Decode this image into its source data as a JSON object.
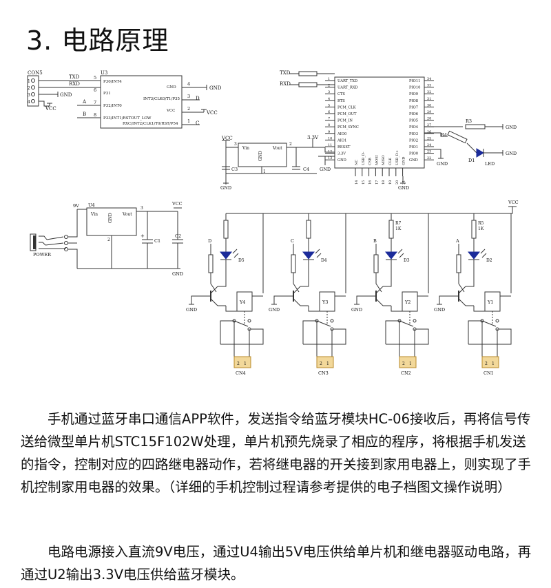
{
  "heading": {
    "number": "3.",
    "title": "电路原理"
  },
  "schematic": {
    "bt_module": {
      "pins_left": [
        {
          "n": "1",
          "name": "UART_TXD"
        },
        {
          "n": "2",
          "name": "UART_RXD"
        },
        {
          "n": "3",
          "name": "CTS"
        },
        {
          "n": "4",
          "name": "RTS"
        },
        {
          "n": "5",
          "name": "PCM_CLK"
        },
        {
          "n": "6",
          "name": "PCM_OUT"
        },
        {
          "n": "7",
          "name": "PCM_IN"
        },
        {
          "n": "8",
          "name": "PCM_SYNC"
        },
        {
          "n": "9",
          "name": "AIO0"
        },
        {
          "n": "10",
          "name": "AIO1"
        },
        {
          "n": "11",
          "name": "RESET"
        },
        {
          "n": "12",
          "name": "3.3V"
        },
        {
          "n": "13",
          "name": "GND"
        }
      ],
      "pins_right": [
        {
          "n": "34",
          "name": "PIO11"
        },
        {
          "n": "33",
          "name": "PIO10"
        },
        {
          "n": "32",
          "name": "PIO9"
        },
        {
          "n": "31",
          "name": "PIO8"
        },
        {
          "n": "30",
          "name": "PIO7"
        },
        {
          "n": "29",
          "name": "PIO6"
        },
        {
          "n": "28",
          "name": "PIO5"
        },
        {
          "n": "27",
          "name": "PIO4"
        },
        {
          "n": "26",
          "name": "PIO3"
        },
        {
          "n": "25",
          "name": "PIO2"
        },
        {
          "n": "24",
          "name": "PIO1"
        },
        {
          "n": "23",
          "name": "PIO0"
        },
        {
          "n": "22",
          "name": "GND"
        }
      ],
      "pins_bottom": [
        {
          "n": "14",
          "name": "NC"
        },
        {
          "n": "15",
          "name": "USB_D-"
        },
        {
          "n": "16",
          "name": "CSB"
        },
        {
          "n": "17",
          "name": "MOSI"
        },
        {
          "n": "18",
          "name": "MISO"
        },
        {
          "n": "19",
          "name": "CLK"
        },
        {
          "n": "20",
          "name": "USB_D+"
        },
        {
          "n": "21",
          "name": "GND"
        }
      ]
    },
    "labels": {
      "con5": "CON5",
      "u3": "U3",
      "u4": "U4",
      "txd": "TXD",
      "rxd": "RXD",
      "gnd": "GND",
      "vcc": "VCC",
      "a": "A",
      "b": "B",
      "c": "C",
      "d": "D",
      "v33": "3.3V",
      "v9": "9V",
      "vin": "Vin",
      "vout": "Vout",
      "c1": "C1",
      "c2": "C2",
      "c3": "C3",
      "c4": "C4",
      "power": "POWER",
      "r3": "R3",
      "r4": "R4",
      "d1": "D1",
      "led": "LED",
      "d2": "D2",
      "d3": "D3",
      "d4": "D4",
      "d5": "D5",
      "r5": "R5",
      "r7": "R7",
      "k1": "1K",
      "y1": "Y1",
      "y2": "Y2",
      "y3": "Y3",
      "y4": "Y4",
      "cn1": "CN1",
      "cn2": "CN2",
      "cn3": "CN3",
      "cn4": "CN4",
      "plus": "+",
      "u3_p30": "P30/INT4",
      "u3_p31": "P31",
      "u3_p32": "P32/INT0",
      "u3_p33": "P33/INT1/RSTOUT_LOW",
      "u3_gnd": "GND",
      "u3_p35": "INT3/CLK0/T1/P35",
      "u3_vcc": "VCC",
      "u3_p54": "RXC/INT2/CLK1/T0/RST/P54",
      "pin1": "1",
      "pin2": "2",
      "pin3": "3",
      "pin4": "4",
      "pin5": "5",
      "pin6": "6",
      "pin7": "7",
      "pin8": "8"
    }
  },
  "paragraphs": [
    "　　手机通过蓝牙串口通信APP软件，发送指令给蓝牙模块HC-06接收后，再将信号传送给微型单片机STC15F102W处理，单片机预先烧录了相应的程序，将根据手机发送的指令，控制对应的四路继电器动作，若将继电器的开关接到家用电器上，则实现了手机控制家用电器的效果。（详细的手机控制过程请参考提供的电子档图文操作说明）",
    "　　电路电源接入直流9V电压，通过U4输出5V电压供给单片机和继电器驱动电路，再通过U2输出3.3V电压供给蓝牙模块。"
  ]
}
